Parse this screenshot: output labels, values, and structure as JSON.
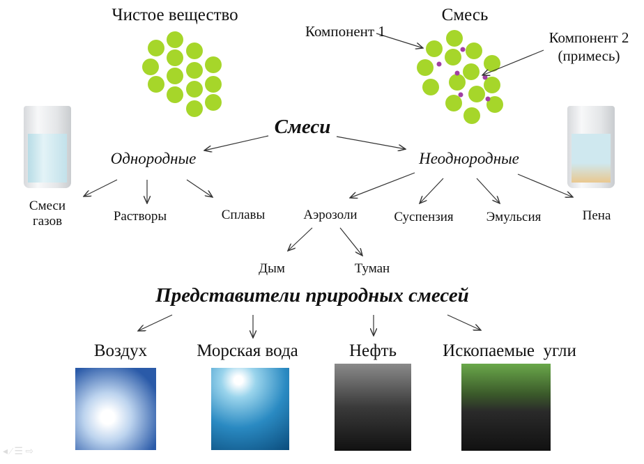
{
  "pure": {
    "title": "Чистое вещество"
  },
  "mix": {
    "title": "Смесь",
    "comp1": "Компонент 1",
    "comp2_l1": "Компонент 2",
    "comp2_l2": "(примесь)"
  },
  "root": "Смеси",
  "homo": {
    "label": "Однородные",
    "children": [
      {
        "l1": "Смеси",
        "l2": "газов"
      },
      {
        "l1": "Растворы"
      },
      {
        "l1": "Сплавы"
      }
    ]
  },
  "hetero": {
    "label": "Неоднородные",
    "children": [
      "Аэрозоли",
      "Суспензия",
      "Эмульсия",
      "Пена"
    ]
  },
  "aerosol": [
    "Дым",
    "Туман"
  ],
  "natural": {
    "title": "Представители природных смесей",
    "items": [
      "Воздух",
      "Морская вода",
      "Нефть",
      "Ископаемые  угли"
    ]
  },
  "colors": {
    "particle": "#a6d62a",
    "impurity": "#a13fa3"
  }
}
